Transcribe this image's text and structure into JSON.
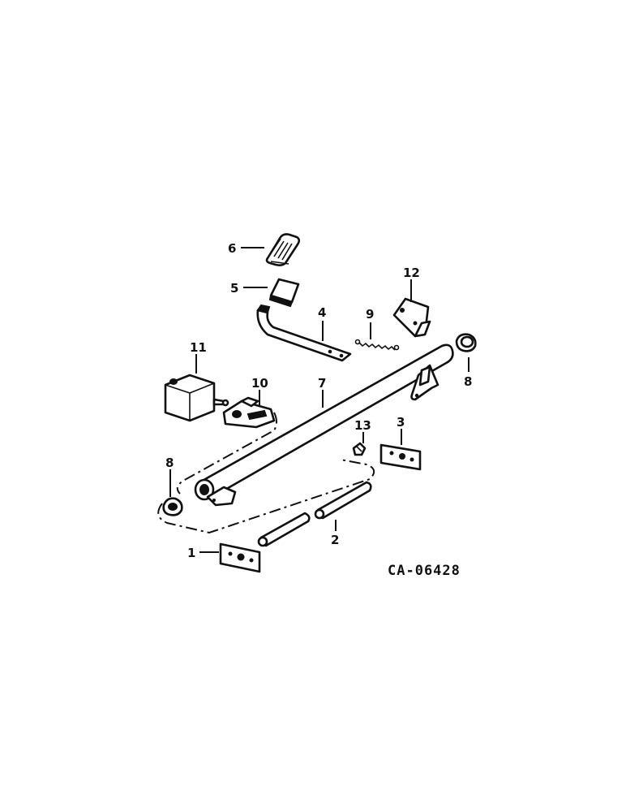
{
  "drawing_code": "CA-06428",
  "callouts": {
    "c1": "1",
    "c2": "2",
    "c3": "3",
    "c4": "4",
    "c5": "5",
    "c6": "6",
    "c7": "7",
    "c8_right": "8",
    "c8_left": "8",
    "c9": "9",
    "c10": "10",
    "c11": "11",
    "c12": "12",
    "c13": "13"
  },
  "colors": {
    "ink": "#111111",
    "paper": "#ffffff"
  }
}
